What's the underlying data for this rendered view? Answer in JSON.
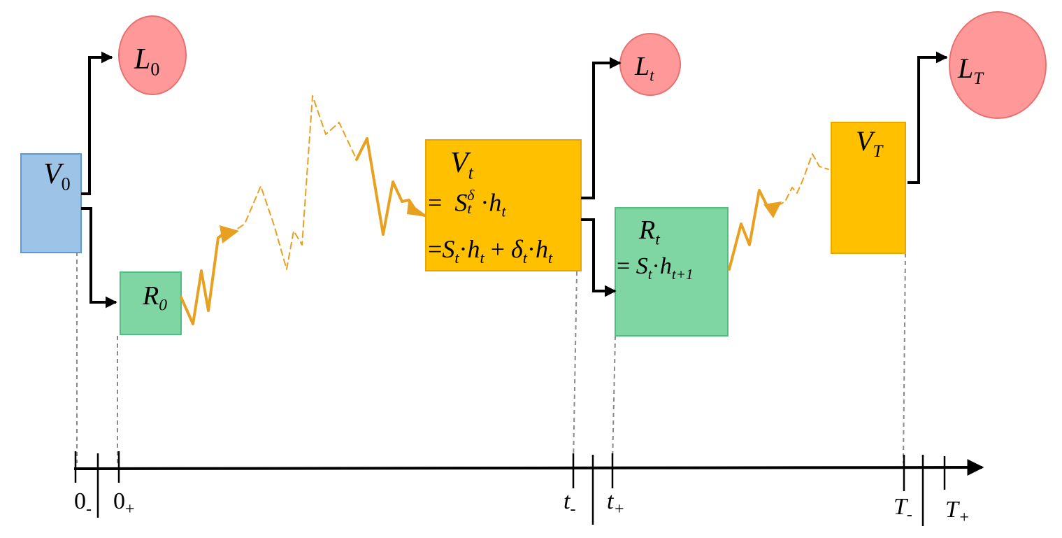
{
  "colors": {
    "value_box": "#9dc3e6",
    "value_box_border": "#5b9bd5",
    "reserve_box": "#7fd6a3",
    "reserve_box_border": "#4fbf7f",
    "state_box": "#ffc000",
    "state_box_border": "#e6a800",
    "loss_circle": "#ff9999",
    "loss_circle_border": "#e87070",
    "path": "#e8a020",
    "arrow": "#000000",
    "guide": "#8a8a8a"
  },
  "nodes": {
    "v0": {
      "sym": "V",
      "sub": "0"
    },
    "l0": {
      "sym": "L",
      "sub": "0"
    },
    "r0": {
      "sym": "R",
      "sub": "0"
    },
    "vt": {
      "sym": "V",
      "sub": "t",
      "line1_eq": "=",
      "line1_sym": "S",
      "line1_sup": "δ",
      "line1_sub": "t",
      "line1_dot": "·",
      "line1_h": "h",
      "line1_hsub": "t",
      "line2_eq": "=",
      "line2_s": "S",
      "line2_ssub": "t",
      "line2_dot": "·",
      "line2_h": "h",
      "line2_hsub": "t",
      "line2_plus": "+",
      "line2_d": "δ",
      "line2_dsub": "t",
      "line2_dot2": "·",
      "line2_h2": "h",
      "line2_h2sub": "t"
    },
    "lt": {
      "sym": "L",
      "sub": "t"
    },
    "rt": {
      "sym": "R",
      "sub": "t",
      "eq": "=",
      "s": "S",
      "ssub": "t",
      "dot": "·",
      "h": "h",
      "hsub": "t+1"
    },
    "vT": {
      "sym": "V",
      "sub": "T"
    },
    "lT": {
      "sym": "L",
      "sub": "T"
    }
  },
  "axis_ticks": [
    {
      "main": "0",
      "sub": "-"
    },
    {
      "main": "0",
      "sub": "+"
    },
    {
      "main": "t",
      "sub": "-"
    },
    {
      "main": "t",
      "sub": "+"
    },
    {
      "main": "T",
      "sub": "-"
    },
    {
      "main": "T",
      "sub": "+"
    }
  ]
}
